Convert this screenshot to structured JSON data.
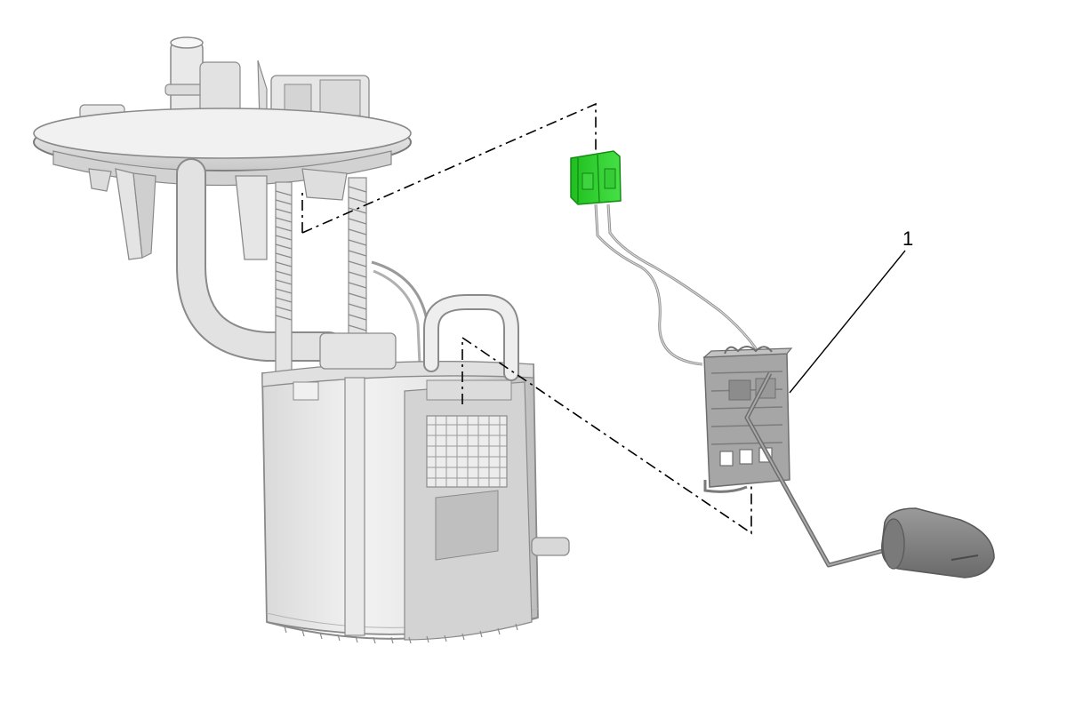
{
  "diagram": {
    "callouts": [
      {
        "label": "1",
        "part": "fuel-level-sensor"
      }
    ],
    "colors": {
      "background": "#ffffff",
      "connector_highlight": "#2ecc2e",
      "module_body": "#e6e6e6",
      "sender_body": "#8c8c8c",
      "outline": "#6e6e6e",
      "dash_line": "#000000"
    },
    "components": [
      "fuel-pump-module",
      "electrical-connector",
      "fuel-level-sensor",
      "float-arm",
      "float"
    ]
  }
}
